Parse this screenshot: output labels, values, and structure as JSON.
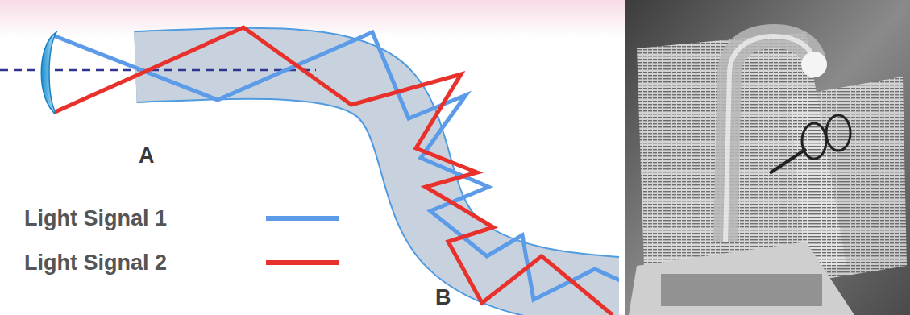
{
  "diagram": {
    "labels": [
      "A",
      "B"
    ],
    "legend": [
      {
        "text": "Light Signal 1"
      },
      {
        "text": "Light Signal 2"
      }
    ]
  }
}
